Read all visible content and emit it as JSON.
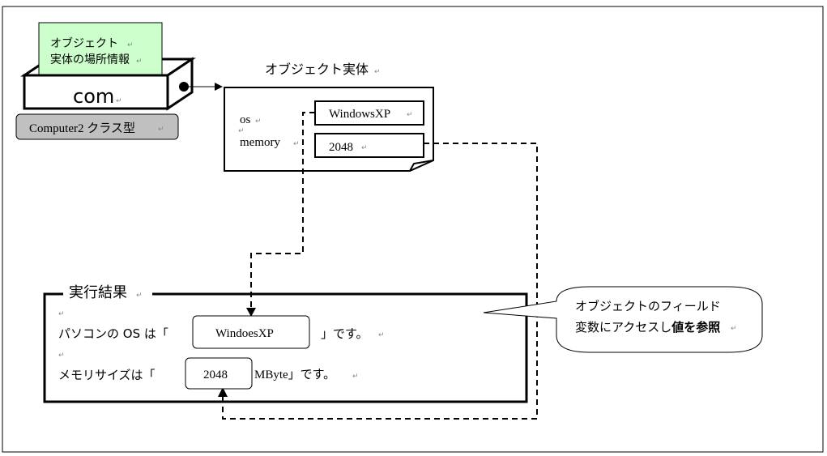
{
  "note_card": {
    "line1": "オブジェクト",
    "line2": "実体の場所情報"
  },
  "variable_box": {
    "name": "com",
    "type_label": "Computer2 クラス型"
  },
  "object_entity": {
    "title": "オブジェクト実体",
    "field1_name": "os",
    "field1_value": "WindowsXP",
    "field2_name": "memory",
    "field2_value": "2048"
  },
  "result_panel": {
    "title": "実行結果",
    "line1_prefix": "パソコンの OS は「",
    "line1_value": "WindoesXP",
    "line1_suffix": "」です。",
    "line2_prefix": "メモリサイズは「",
    "line2_value": "2048",
    "line2_suffix": "MByte」です。"
  },
  "callout": {
    "line1": "オブジェクトのフィールド",
    "line2_normal": "変数にアクセスし",
    "line2_bold": "値を参照"
  },
  "colors": {
    "note_fill": "#ccffcc",
    "type_label_fill": "#c0c0c0",
    "stroke": "#000000"
  }
}
